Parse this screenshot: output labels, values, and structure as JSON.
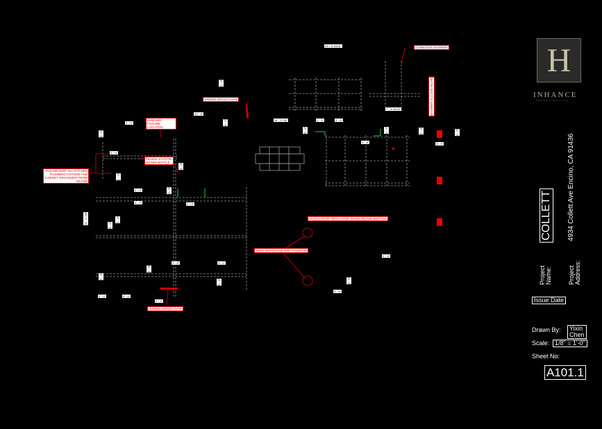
{
  "notes": {
    "curbless_shower": "CURB'LESS SHOWER",
    "hidden_doggy_gate_top": "HIDDEN DOGGY GATE",
    "sanding_fixture": "SANDING FIXTURE LOCATION",
    "filling_station": "FILLING STATION WATER BOTTLE",
    "plumbing_note": "PLEASE KEEP ALL KITCHEN PLUMBING FIXTURE AND CABINET ORGANIZER FROM ISLAND",
    "dutch_door": "DUTCH DOOR WITH A DOG DOOR ON THE BOTTOM",
    "waterline": "NEED WATERLINE FOR FOUNTAIN",
    "hidden_doggy_gate_bottom": "HIDDEN DOGGY GATE",
    "vertical_note": "SHOWER ALCOVE NICHE"
  },
  "dims": {
    "d1": "39' - 8 15/16\"",
    "d2": "7' - 8 29/32\"",
    "d3": "14' - 1 7/8\"",
    "d4": "10' - 8\"",
    "d5": "2' - 9\"",
    "d6": "3' - 6\"",
    "d7": "4' - 0\"",
    "d8": "4' - 0\"",
    "d9": "4' - 0\"",
    "d10": "2' - 0\"",
    "d11": "2' - 6\"",
    "d12": "3' - 0\"",
    "d13": "3' - 6\"",
    "d14": "2' - 0\"",
    "d15": "4' - 0\""
  },
  "title_block": {
    "brand": "INHANCE",
    "brand_sub": "DESIGN STUDIO INC.",
    "logo_letter": "H",
    "project_name_label": "Project Name:",
    "project_name": "COLLETT",
    "project_address_label": "Project Address:",
    "project_address": "4934 Collett Ave Encino, CA 91436",
    "issue_date_label": "Issue Date",
    "drawn_by_label": "Drawn By:",
    "drawn_by": "Yixin Chen",
    "scale_label": "Scale:",
    "scale": "1/8\" = 1'-0\"",
    "sheet_no_label": "Sheet No:",
    "sheet_no": "A101.1"
  },
  "colors": {
    "note_red": "#e00000",
    "line_gray": "#9a9a9a",
    "marker_green": "#1db53a"
  }
}
